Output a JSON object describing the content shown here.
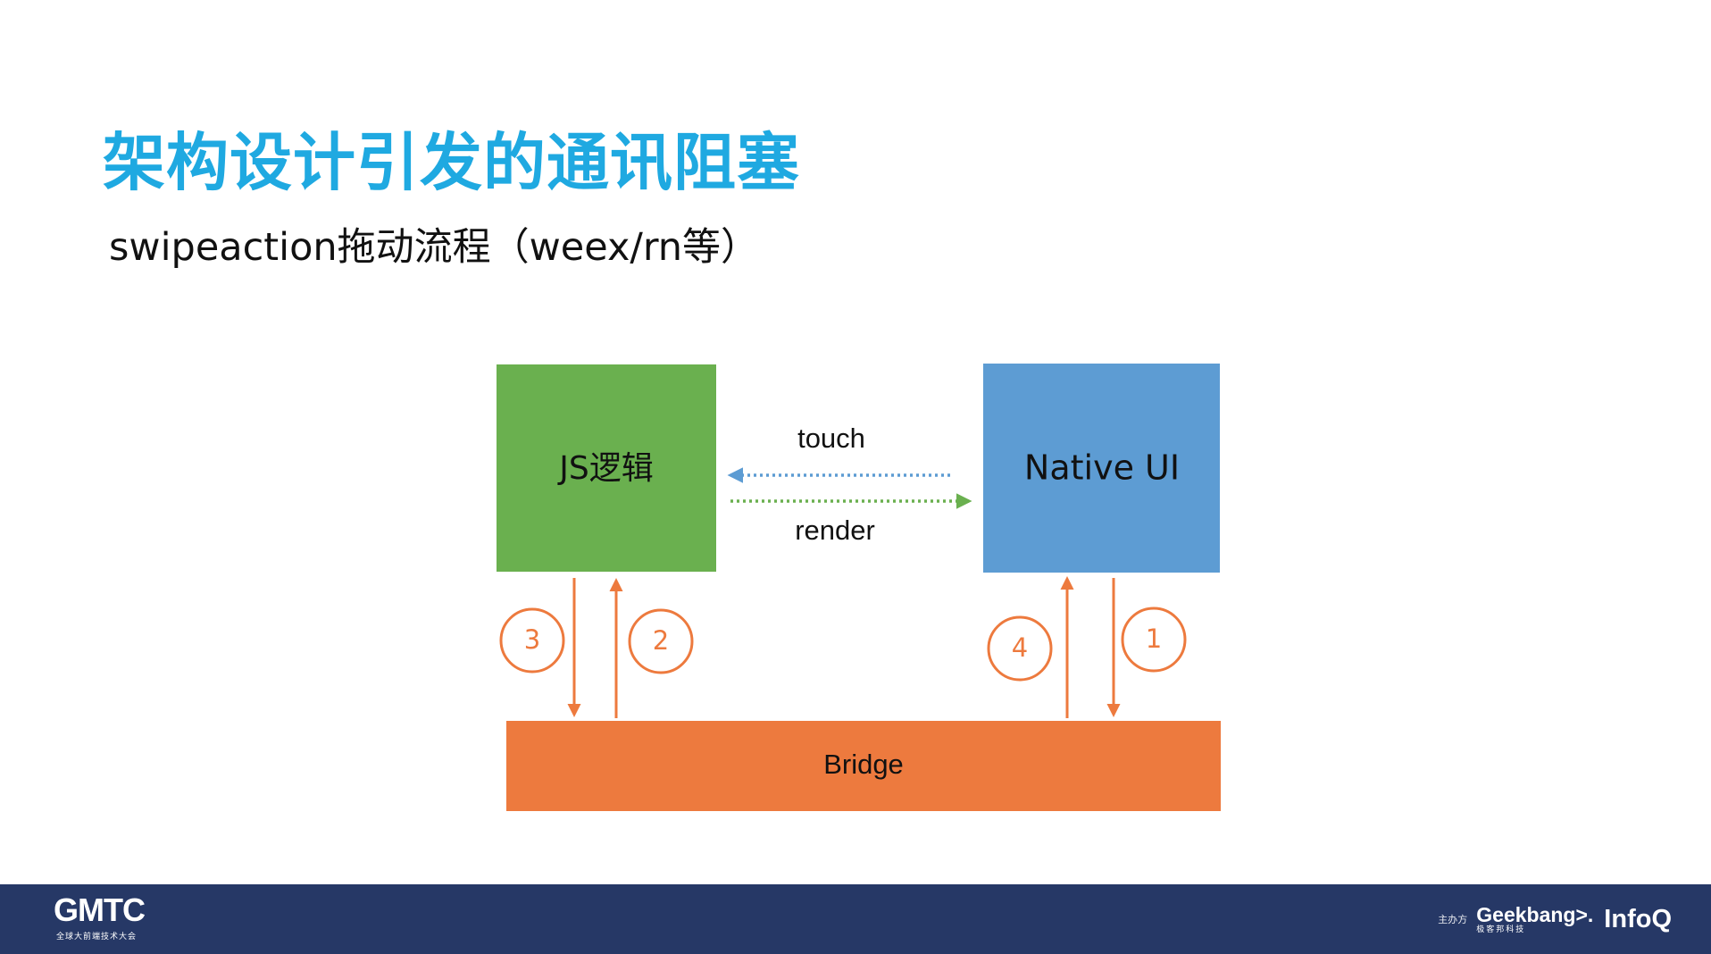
{
  "slide": {
    "title": "架构设计引发的通讯阻塞",
    "subtitle": "swipeaction拖动流程（weex/rn等）"
  },
  "diagram": {
    "nodes": {
      "js": "JS逻辑",
      "native": "Native UI",
      "bridge": "Bridge"
    },
    "edges": {
      "touch": "touch",
      "render": "render"
    },
    "steps": [
      "1",
      "2",
      "3",
      "4"
    ],
    "colors": {
      "js_box": "#6ab04f",
      "native_box": "#5d9cd3",
      "bridge_box": "#ed7a3e",
      "touch_arrow": "#5d9cd3",
      "render_arrow": "#6ab04f",
      "step_arrow": "#ed7a3e"
    }
  },
  "footer": {
    "event_logo": "GMTC",
    "event_subtitle": "全球大前端技术大会",
    "sponsor_label": "主办方",
    "geekbang_logo": "Geekbang>.",
    "geekbang_subtitle": "极客邦科技",
    "infoq_logo": "InfoQ"
  }
}
